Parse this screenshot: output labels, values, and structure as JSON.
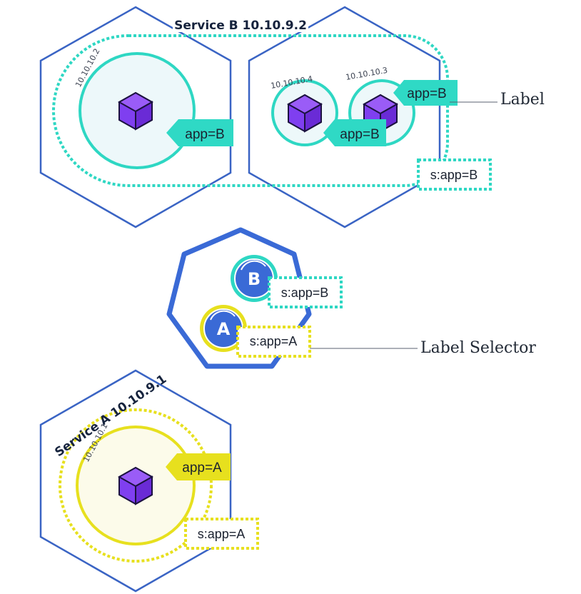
{
  "service_b": {
    "title": "Service B 10.10.9.2",
    "pod_ips": [
      "10.10.10.2",
      "10.10.10.4",
      "10.10.10.3"
    ],
    "labels": [
      "app=B",
      "app=B",
      "app=B"
    ],
    "selector": "s:app=B"
  },
  "service_a": {
    "title": "Service A  10.10.9.1",
    "pod_ip": "10.10.10.1",
    "label": "app=A",
    "selector": "s:app=A"
  },
  "control": {
    "selector_b": "s:app=B",
    "selector_a": "s:app=A",
    "icon_b": "B",
    "icon_a": "A"
  },
  "callouts": {
    "label": "Label",
    "label_selector": "Label Selector"
  },
  "icons": [
    "cube-icon",
    "replication-controller-icon"
  ],
  "colors": {
    "node_outline": "#3a64c4",
    "service_b": "#2ed7c3",
    "service_a": "#e7e01e",
    "pod_cube": "#7a35e6",
    "control_outline": "#3a6ad6"
  }
}
